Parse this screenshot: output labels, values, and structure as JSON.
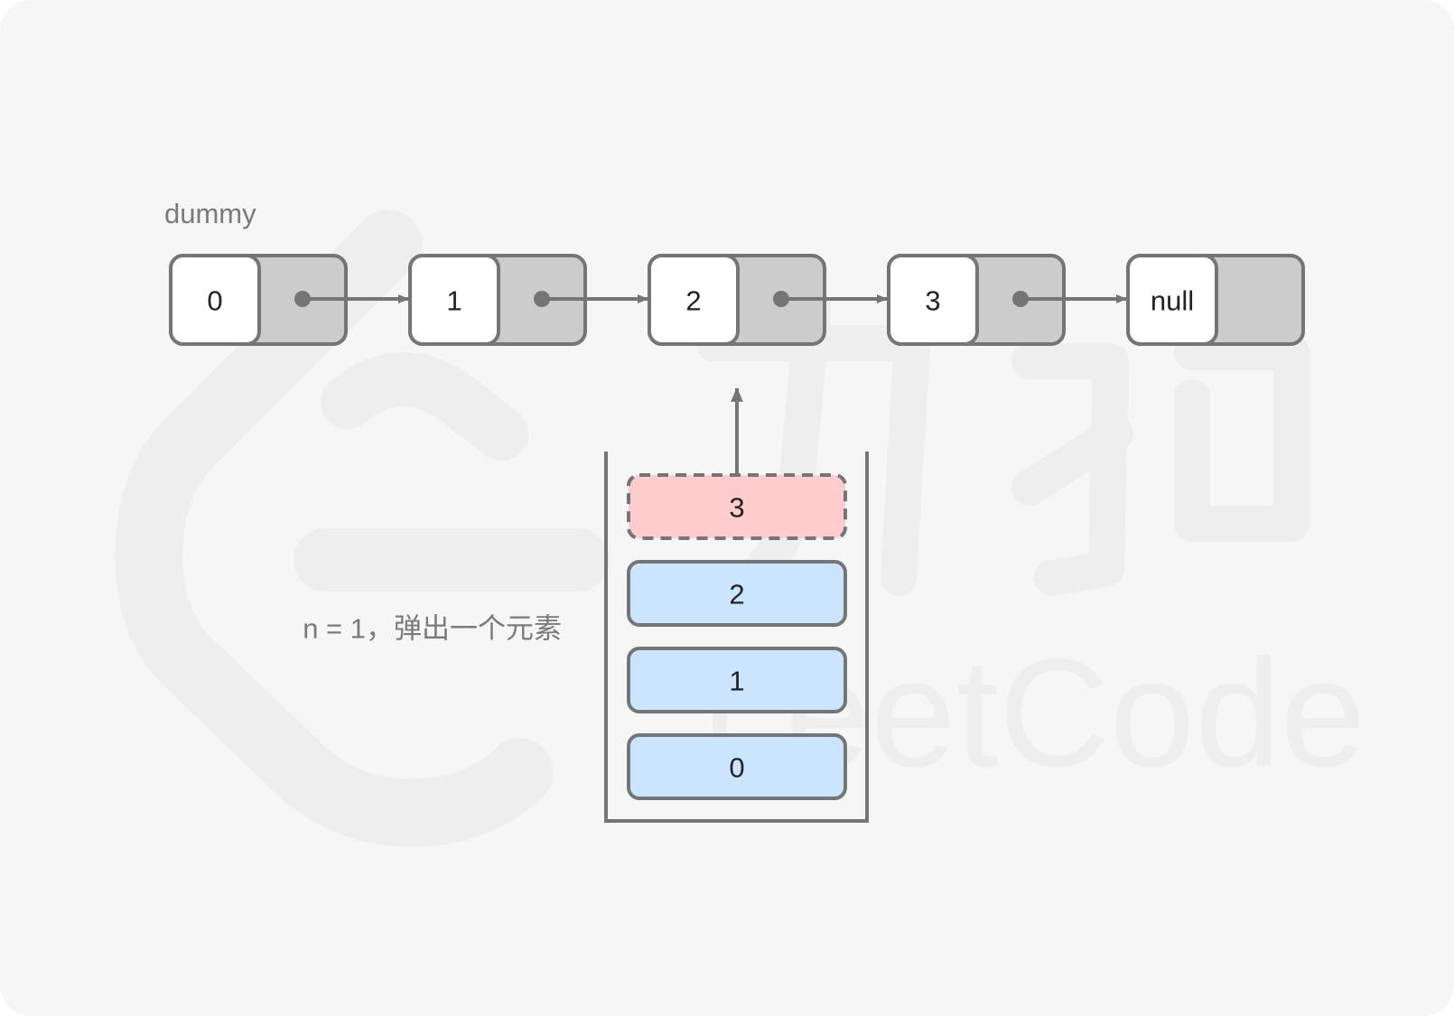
{
  "dummy_label": "dummy",
  "list": {
    "nodes": [
      {
        "value": "0"
      },
      {
        "value": "1"
      },
      {
        "value": "2"
      },
      {
        "value": "3"
      },
      {
        "value": "null"
      }
    ]
  },
  "stack": {
    "popped": "3",
    "items": [
      "2",
      "1",
      "0"
    ]
  },
  "caption": "n = 1，弹出一个元素",
  "colors": {
    "background": "#f6f6f6",
    "outline": "#757575",
    "node_value_fill": "#ffffff",
    "node_pointer_fill": "#cccccc",
    "stack_item_fill": "#cce5ff",
    "popped_fill": "#ffccce",
    "text": "#222222",
    "label": "#7a7a7a"
  },
  "watermark": "LeetCode"
}
